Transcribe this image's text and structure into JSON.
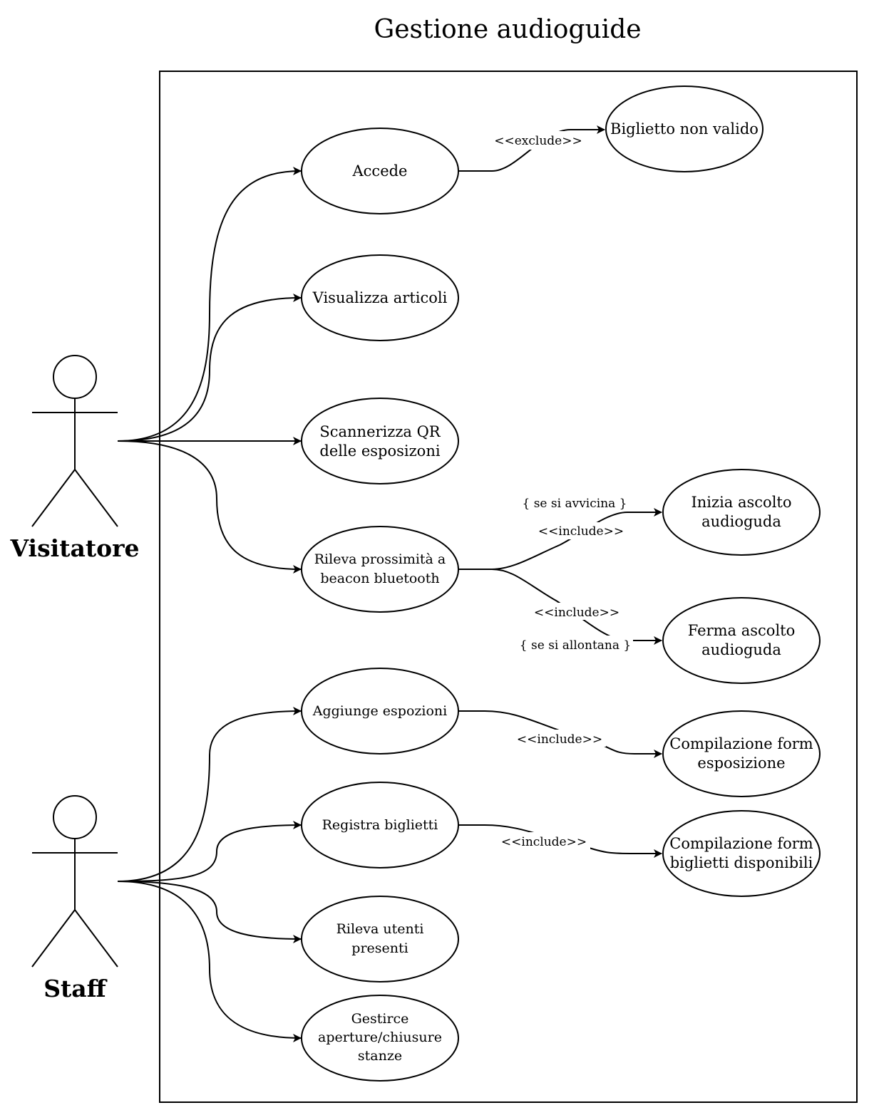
{
  "title": "Gestione audioguide",
  "actors": {
    "visitor": "Visitatore",
    "staff": "Staff"
  },
  "use_cases": {
    "accede": [
      "Accede"
    ],
    "biglietto_non_valido": [
      "Biglietto non valido"
    ],
    "visualizza_articoli": [
      "Visualizza articoli"
    ],
    "scannerizza_qr": [
      "Scannerizza QR",
      "delle esposizoni"
    ],
    "rileva_prossimita": [
      "Rileva prossimità a",
      "beacon bluetooth"
    ],
    "inizia_ascolto": [
      "Inizia ascolto",
      "audioguda"
    ],
    "ferma_ascolto": [
      "Ferma ascolto",
      "audioguda"
    ],
    "aggiunge_espozioni": [
      "Aggiunge espozioni"
    ],
    "compilazione_form_esposizione": [
      "Compilazione form",
      "esposizione"
    ],
    "registra_biglietti": [
      "Registra biglietti"
    ],
    "compilazione_form_biglietti": [
      "Compilazione form",
      "biglietti disponibili"
    ],
    "rileva_utenti": [
      "Rileva utenti",
      "presenti"
    ],
    "gestirce_aperture": [
      "Gestirce",
      "aperture/chiusure",
      "stanze"
    ]
  },
  "relations": {
    "exclude": "<<exclude>>",
    "include_inizia": "<<include>>",
    "include_ferma": "<<include>>",
    "include_esposizione": "<<include>>",
    "include_biglietti": "<<include>>",
    "cond_avvicina": "{ se si avvicina }",
    "cond_allontana": "{ se si allontana }"
  }
}
